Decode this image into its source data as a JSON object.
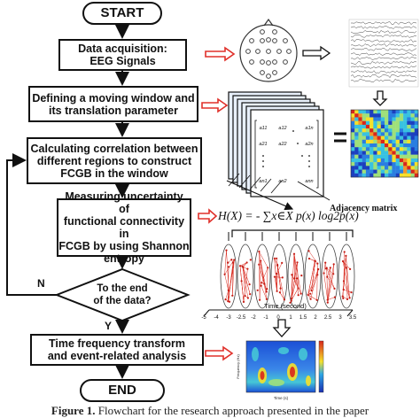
{
  "flowchart": {
    "start": "START",
    "step1": [
      "Data acquisition:",
      "EEG Signals"
    ],
    "step2": [
      "Defining a moving window and",
      "its translation parameter"
    ],
    "step3": [
      "Calculating correlation between",
      "different regions to construct",
      "FCGB in the window"
    ],
    "step4": [
      "Measuring uncertainty of",
      "functional connectivity in",
      "FCGB by using Shannon",
      "entropy"
    ],
    "decision": [
      "To the end",
      "of the data?"
    ],
    "yes_label": "Y",
    "no_label": "N",
    "step5": [
      "Time frequency transform",
      "and event-related analysis"
    ],
    "end": "END"
  },
  "illustrations": {
    "adjacency_label": "Adjacency matrix",
    "formula": "H(X) = - ∑x∈X p(x) log2p(x)",
    "time_axis_label": "Time (second)",
    "time_ticks": [
      "-5",
      "-4",
      "-3",
      "-2.5",
      "-2",
      "-1",
      "0",
      "1",
      "1.5",
      "2",
      "2.5",
      "3",
      "3.5"
    ],
    "matrix_cells": [
      "a11",
      "a12",
      "a1n",
      "a21",
      "a22",
      "a2n",
      "an1",
      "an2",
      "ann"
    ],
    "tf_ylabel": "Frequency (Hz)",
    "tf_xlabel": "Time (s)"
  },
  "caption": {
    "label": "Figure 1.",
    "text": "Flowchart for the research approach presented in the paper"
  },
  "colors": {
    "arrow_red": "#e0302a",
    "box_border": "#111111",
    "electrode": "#444444"
  }
}
